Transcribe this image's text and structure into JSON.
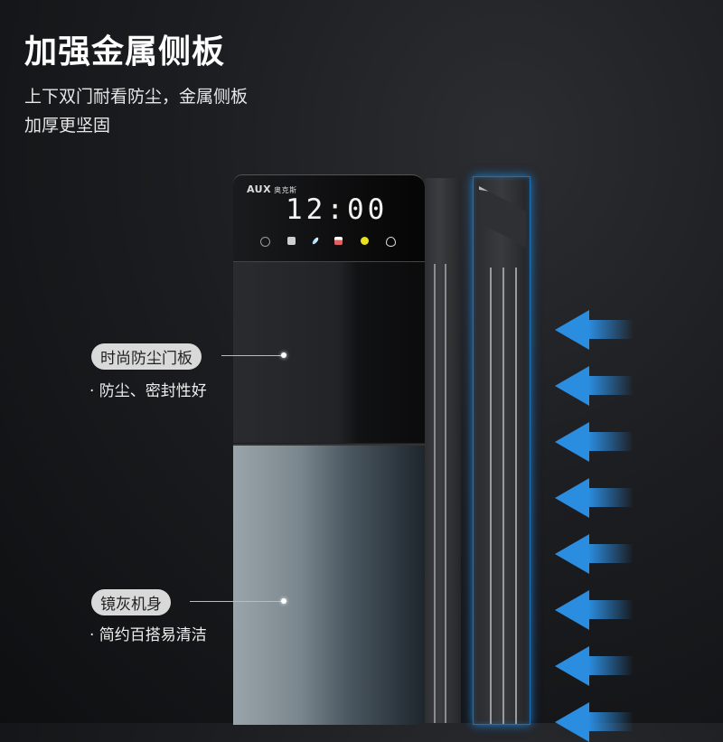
{
  "headline": {
    "title": "加强金属侧板",
    "subtitle_line1": "上下双门耐看防尘，金属侧板",
    "subtitle_line2": "加厚更坚固"
  },
  "product": {
    "brand": "AUX",
    "brand_cn": "奥克斯",
    "display_time": "12:00",
    "control_icons": [
      {
        "name": "power-icon",
        "color": "#9a9a9a"
      },
      {
        "name": "cup-icon",
        "color": "#cfcfcf"
      },
      {
        "name": "uv-sterilize-icon",
        "color": "#7fd4ff"
      },
      {
        "name": "heat-icon",
        "color": "#e06060"
      },
      {
        "name": "normal-temp-icon",
        "color": "#e8e020"
      },
      {
        "name": "water-drop-icon",
        "color": "#dddddd"
      }
    ]
  },
  "callouts": [
    {
      "tag": "时尚防尘门板",
      "bullet": "· 防尘、密封性好"
    },
    {
      "tag": "镜灰机身",
      "bullet": "· 简约百搭易清洁"
    }
  ],
  "accent_color": "#2b8de0",
  "arrows_count": 8
}
